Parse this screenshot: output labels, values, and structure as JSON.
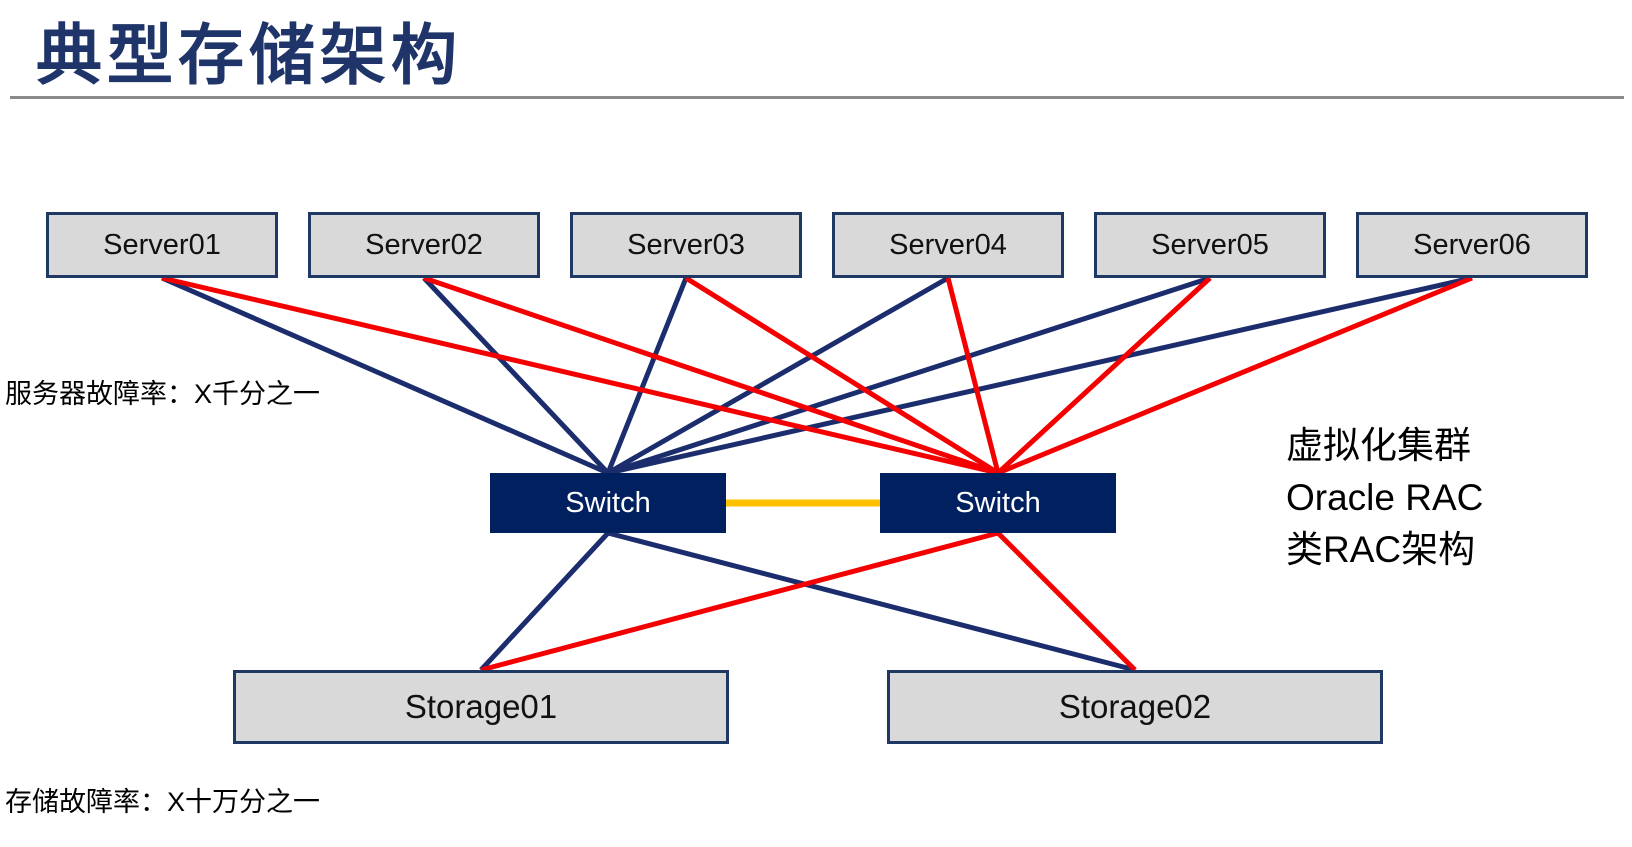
{
  "title": "典型存储架构",
  "annotations": {
    "server_fail_rate": "服务器故障率：X千分之一",
    "storage_fail_rate": "存储故障率：X十万分之一",
    "cluster_note_lines": [
      "虚拟化集群",
      "Oracle RAC",
      "类RAC架构"
    ]
  },
  "nodes": {
    "servers": [
      {
        "id": "server01",
        "label": "Server01"
      },
      {
        "id": "server02",
        "label": "Server02"
      },
      {
        "id": "server03",
        "label": "Server03"
      },
      {
        "id": "server04",
        "label": "Server04"
      },
      {
        "id": "server05",
        "label": "Server05"
      },
      {
        "id": "server06",
        "label": "Server06"
      }
    ],
    "switches": [
      {
        "id": "switch01",
        "label": "Switch"
      },
      {
        "id": "switch02",
        "label": "Switch"
      }
    ],
    "storages": [
      {
        "id": "storage01",
        "label": "Storage01"
      },
      {
        "id": "storage02",
        "label": "Storage02"
      }
    ]
  },
  "edges": [
    {
      "from": "server01",
      "to": "switch01",
      "color": "navy",
      "w": 5,
      "orient": "vertical"
    },
    {
      "from": "server02",
      "to": "switch01",
      "color": "navy",
      "w": 5,
      "orient": "vertical"
    },
    {
      "from": "server03",
      "to": "switch01",
      "color": "navy",
      "w": 5,
      "orient": "vertical"
    },
    {
      "from": "server04",
      "to": "switch01",
      "color": "navy",
      "w": 5,
      "orient": "vertical"
    },
    {
      "from": "server05",
      "to": "switch01",
      "color": "navy",
      "w": 5,
      "orient": "vertical"
    },
    {
      "from": "server06",
      "to": "switch01",
      "color": "navy",
      "w": 5,
      "orient": "vertical"
    },
    {
      "from": "server01",
      "to": "switch02",
      "color": "red",
      "w": 5,
      "orient": "vertical"
    },
    {
      "from": "server02",
      "to": "switch02",
      "color": "red",
      "w": 5,
      "orient": "vertical"
    },
    {
      "from": "server03",
      "to": "switch02",
      "color": "red",
      "w": 5,
      "orient": "vertical"
    },
    {
      "from": "server04",
      "to": "switch02",
      "color": "red",
      "w": 5,
      "orient": "vertical"
    },
    {
      "from": "server05",
      "to": "switch02",
      "color": "red",
      "w": 5,
      "orient": "vertical"
    },
    {
      "from": "server06",
      "to": "switch02",
      "color": "red",
      "w": 5,
      "orient": "vertical"
    },
    {
      "from": "switch01",
      "to": "switch02",
      "color": "orange",
      "w": 7,
      "orient": "horizontal"
    },
    {
      "from": "switch01",
      "to": "storage01",
      "color": "navy",
      "w": 5,
      "orient": "vertical"
    },
    {
      "from": "switch01",
      "to": "storage02",
      "color": "navy",
      "w": 5,
      "orient": "vertical"
    },
    {
      "from": "switch02",
      "to": "storage01",
      "color": "red",
      "w": 5,
      "orient": "vertical"
    },
    {
      "from": "switch02",
      "to": "storage02",
      "color": "red",
      "w": 5,
      "orient": "vertical"
    }
  ],
  "colors": {
    "navy": "#1c2d6e",
    "red": "#f50000",
    "orange": "#ffc000"
  }
}
